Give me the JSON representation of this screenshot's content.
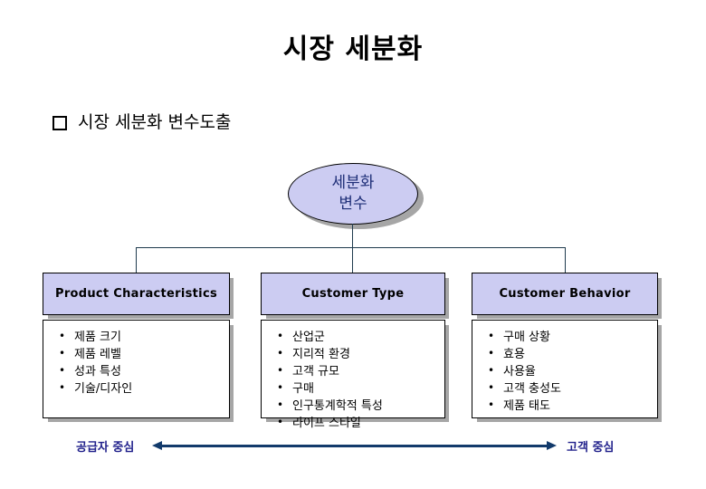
{
  "slide": {
    "title": "시장 세분화",
    "bullet_heading": "시장 세분화 변수도출",
    "bullet_glyph": "square-bullet"
  },
  "center_node": {
    "line1": "세분화",
    "line2": "변수",
    "fill_color": "#CCCCF2",
    "text_color": "#1F2F78"
  },
  "columns": [
    {
      "header": "Product Characteristics",
      "items": [
        "제품 크기",
        "제품 레벨",
        "성과 특성",
        "기술/디자인"
      ]
    },
    {
      "header": "Customer Type",
      "items": [
        "산업군",
        "지리적 환경",
        "고객 규모",
        "구매",
        "인구통계학적 특성",
        "라이프 스타일"
      ]
    },
    {
      "header": "Customer Behavior",
      "items": [
        "구매 상황",
        "효용",
        "사용율",
        "고객 충성도",
        "제품 태도"
      ]
    }
  ],
  "axis": {
    "left_label": "공급자 중심",
    "right_label": "고객 중심",
    "line_color": "#123A6B",
    "label_color": "#22228C"
  }
}
